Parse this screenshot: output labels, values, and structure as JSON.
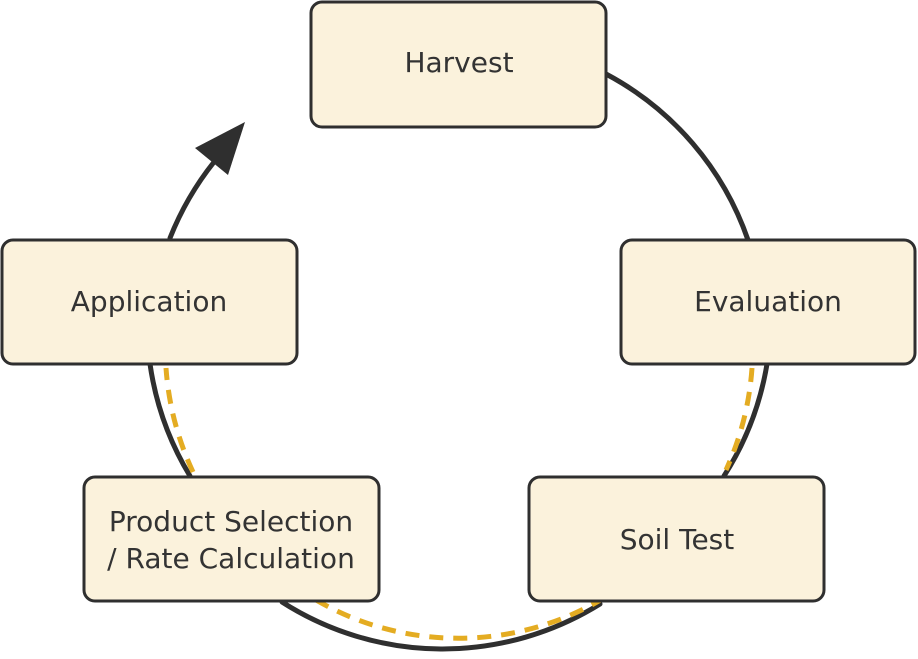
{
  "nodes": {
    "harvest": "Harvest",
    "evaluation": "Evaluation",
    "soil_test": "Soil Test",
    "product_selection_line1": "Product Selection",
    "product_selection_line2": "/ Rate Calculation",
    "application": "Application"
  },
  "colors": {
    "box_fill": "#fbf2dc",
    "box_stroke": "#2f2f2f",
    "cycle_line": "#2f2f2f",
    "dashed_line": "#e4ac22",
    "text": "#333333"
  }
}
